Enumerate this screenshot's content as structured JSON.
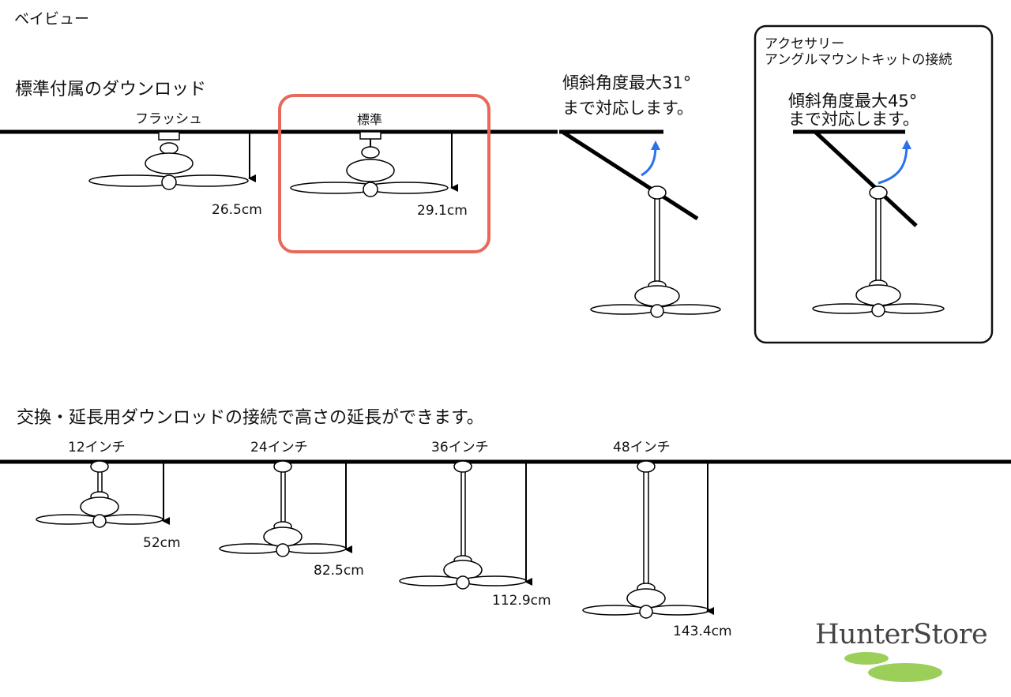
{
  "header": {
    "title": "ベイビュー"
  },
  "top_section": {
    "title": "標準付属のダウンロッド",
    "flush_label": "フラッシュ",
    "flush_measure": "26.5cm",
    "standard_label": "標準",
    "standard_measure": "29.1cm",
    "tilt_line1": "傾斜角度最大31°",
    "tilt_line2": "まで対応します。"
  },
  "accessory_box": {
    "line1": "アクセサリー",
    "line2": "アングルマウントキットの接続",
    "tilt_line1": "傾斜角度最大45°",
    "tilt_line2": "まで対応します。"
  },
  "bottom_section": {
    "title": "交換・延長用ダウンロッドの接続で高さの延長ができます。",
    "rods": [
      {
        "label": "12インチ",
        "measure": "52cm"
      },
      {
        "label": "24インチ",
        "measure": "82.5cm"
      },
      {
        "label": "36インチ",
        "measure": "112.9cm"
      },
      {
        "label": "48インチ",
        "measure": "143.4cm"
      }
    ]
  },
  "logo": {
    "text": "HunterStore"
  },
  "colors": {
    "line": "#000000",
    "highlight": "#e8685a",
    "arrow_blue": "#2a72e8",
    "logo_green": "#9ccf5a",
    "logo_text": "#444444"
  }
}
